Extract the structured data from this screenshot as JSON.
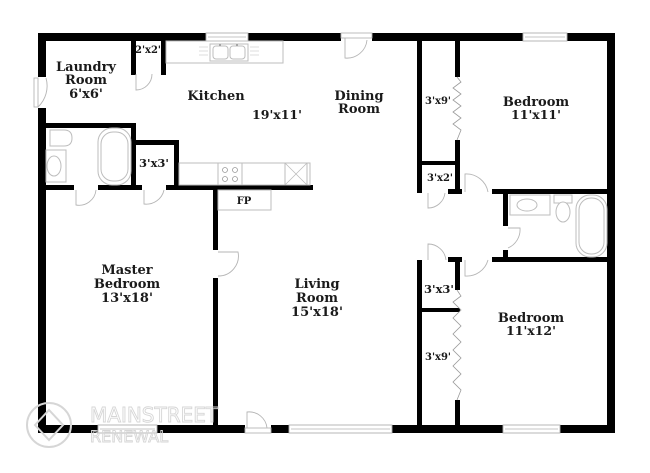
{
  "floorplan": {
    "rooms": {
      "laundry": {
        "name_line1": "Laundry",
        "name_line2": "Room",
        "dims": "6'x6'"
      },
      "laundry_closet": {
        "dims": "2'x2'"
      },
      "kitchen": {
        "name": "Kitchen",
        "dims": "19'x11'"
      },
      "dining": {
        "name_line1": "Dining",
        "name_line2": "Room"
      },
      "bedroom_ne": {
        "name": "Bedroom",
        "dims": "11'x11'"
      },
      "closet_ne": {
        "dims": "3'x9'"
      },
      "linen_closet": {
        "dims": "3'x2'"
      },
      "master_closet": {
        "dims": "3'x3'"
      },
      "fireplace": {
        "label": "FP"
      },
      "master_bedroom": {
        "name_line1": "Master",
        "name_line2": "Bedroom",
        "dims": "13'x18'"
      },
      "living": {
        "name_line1": "Living",
        "name_line2": "Room",
        "dims": "15'x18'"
      },
      "closet_se_small": {
        "dims": "3'x3'"
      },
      "closet_se_long": {
        "dims": "3'x9'"
      },
      "bedroom_se": {
        "name": "Bedroom",
        "dims": "11'x12'"
      }
    },
    "colors": {
      "wall": "#000000",
      "fixture": "#bdbdbd",
      "background": "#ffffff",
      "watermark": "#d6d6d6"
    },
    "watermark": {
      "line1": "MAINSTREET",
      "line2": "RENEWAL"
    }
  }
}
